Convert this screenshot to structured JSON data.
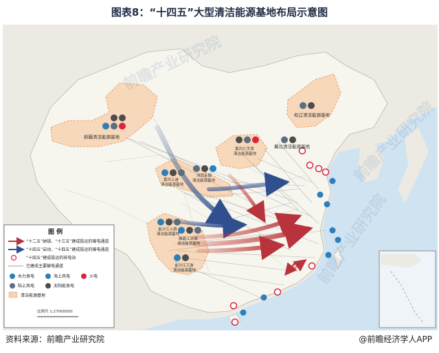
{
  "title": "图表8：“十四五”大型清洁能源基地布局示意图",
  "source": "资料来源：前瞻产业研究院",
  "brand": "@前瞻经济学人APP",
  "watermark": "前瞻产业研究院",
  "bases": [
    {
      "id": "xinjiang",
      "name": "新疆清洁能源基地"
    },
    {
      "id": "songliao",
      "name": "松辽清洁能源基地"
    },
    {
      "id": "jibei",
      "name": "冀北清洁能源基地"
    },
    {
      "id": "jiziwan",
      "name": "黄河几字湾清洁能源基地"
    },
    {
      "id": "hexi",
      "name": "河西走廊清洁能源基地"
    },
    {
      "id": "huanghe-upper",
      "name": "黄河上游清洁能源基地"
    },
    {
      "id": "jinsha-upper",
      "name": "金沙江上游清洁能源基地"
    },
    {
      "id": "yalong",
      "name": "雅砻江流域清洁能源基地"
    },
    {
      "id": "jinsha-lower",
      "name": "金沙江下游清洁能源基地"
    }
  ],
  "legend": {
    "title": "图 例",
    "items": [
      {
        "label": "“十二五”纳规、“十三五”建成投运的输电通道"
      },
      {
        "label": "“十四五”启动、“十四五”建成投运的输电通道"
      },
      {
        "label": "“十四五”建成投运的核电站"
      },
      {
        "label": "已建成主要输电通道"
      }
    ],
    "symbols": [
      {
        "label": "水力发电"
      },
      {
        "label": "海上风电"
      },
      {
        "label": "火电"
      },
      {
        "label": "陆上风电"
      },
      {
        "label": "太阳能发电"
      },
      {
        "label": "清洁能源基地"
      }
    ],
    "scale": "比例尺 1:27000000"
  },
  "colors": {
    "land": "#f5f4ef",
    "sea": "#cfe3f1",
    "zone": "#f7d2b0",
    "hydro": "#2c7fb8",
    "nuclear": "#d7263d",
    "red_arrow": "#b8333b",
    "blue_arrow": "#2f4f8f"
  }
}
